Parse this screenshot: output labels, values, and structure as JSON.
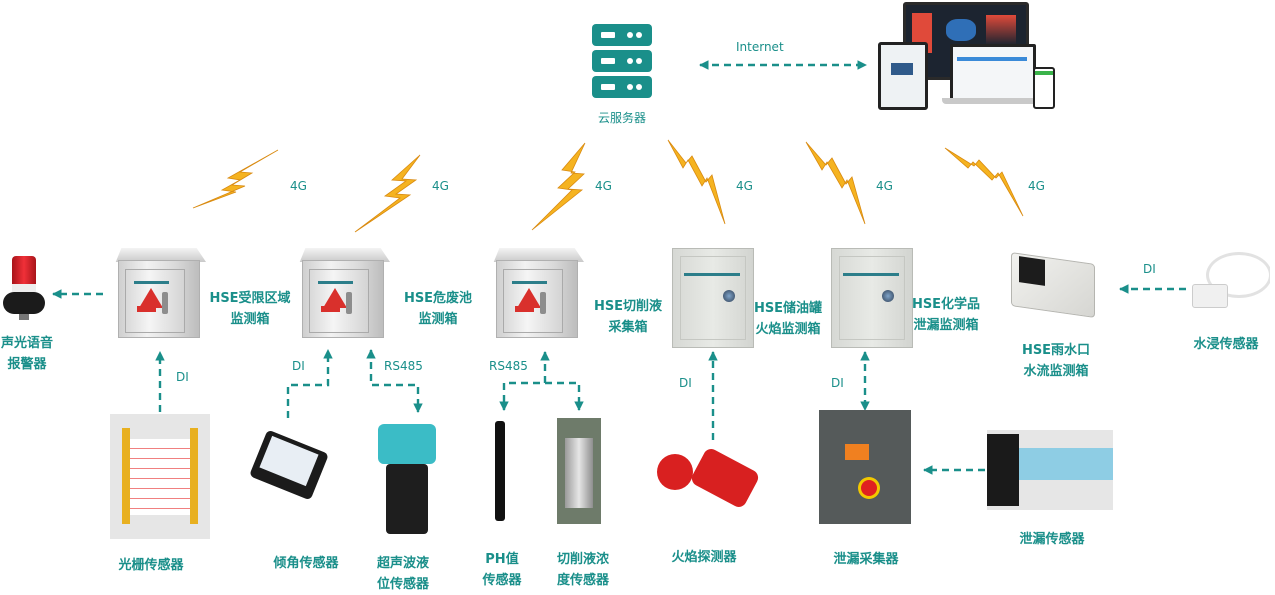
{
  "diagram": {
    "cloud_server": {
      "label": "云服务器",
      "icon": "server-icon"
    },
    "internet_link": {
      "label": "Internet",
      "direction": "bidirectional"
    },
    "clients": {
      "icon": "multi-device-dashboard-icon"
    },
    "colors": {
      "accent": "#1a8f8a",
      "lightning": "#f5b320",
      "warning_red": "#d9302c"
    },
    "uplinks": [
      {
        "label": "4G"
      },
      {
        "label": "4G"
      },
      {
        "label": "4G"
      },
      {
        "label": "4G"
      },
      {
        "label": "4G"
      },
      {
        "label": "4G"
      }
    ],
    "boxes": [
      {
        "line1": "HSE受限区域",
        "line2": "监测箱"
      },
      {
        "line1": "HSE危废池",
        "line2": "监测箱"
      },
      {
        "line1": "HSE切削液",
        "line2": "采集箱"
      },
      {
        "line1": "HSE储油罐",
        "line2": "火焰监测箱"
      },
      {
        "line1": "HSE化学品",
        "line2": "泄漏监测箱"
      },
      {
        "line1": "HSE雨水口",
        "line2": "水流监测箱"
      }
    ],
    "alarm": {
      "line1": "声光语音",
      "line2": "报警器"
    },
    "links": {
      "di": "DI",
      "rs485": "RS485"
    },
    "sensors": [
      {
        "line1": "光栅传感器",
        "line2": ""
      },
      {
        "line1": "倾角传感器",
        "line2": ""
      },
      {
        "line1": "超声波液",
        "line2": "位传感器"
      },
      {
        "line1": "PH值",
        "line2": "传感器"
      },
      {
        "line1": "切削液浓",
        "line2": "度传感器"
      },
      {
        "line1": "火焰探测器",
        "line2": ""
      },
      {
        "line1": "泄漏采集器",
        "line2": ""
      },
      {
        "line1": "泄漏传感器",
        "line2": ""
      },
      {
        "line1": "水浸传感器",
        "line2": ""
      }
    ]
  }
}
